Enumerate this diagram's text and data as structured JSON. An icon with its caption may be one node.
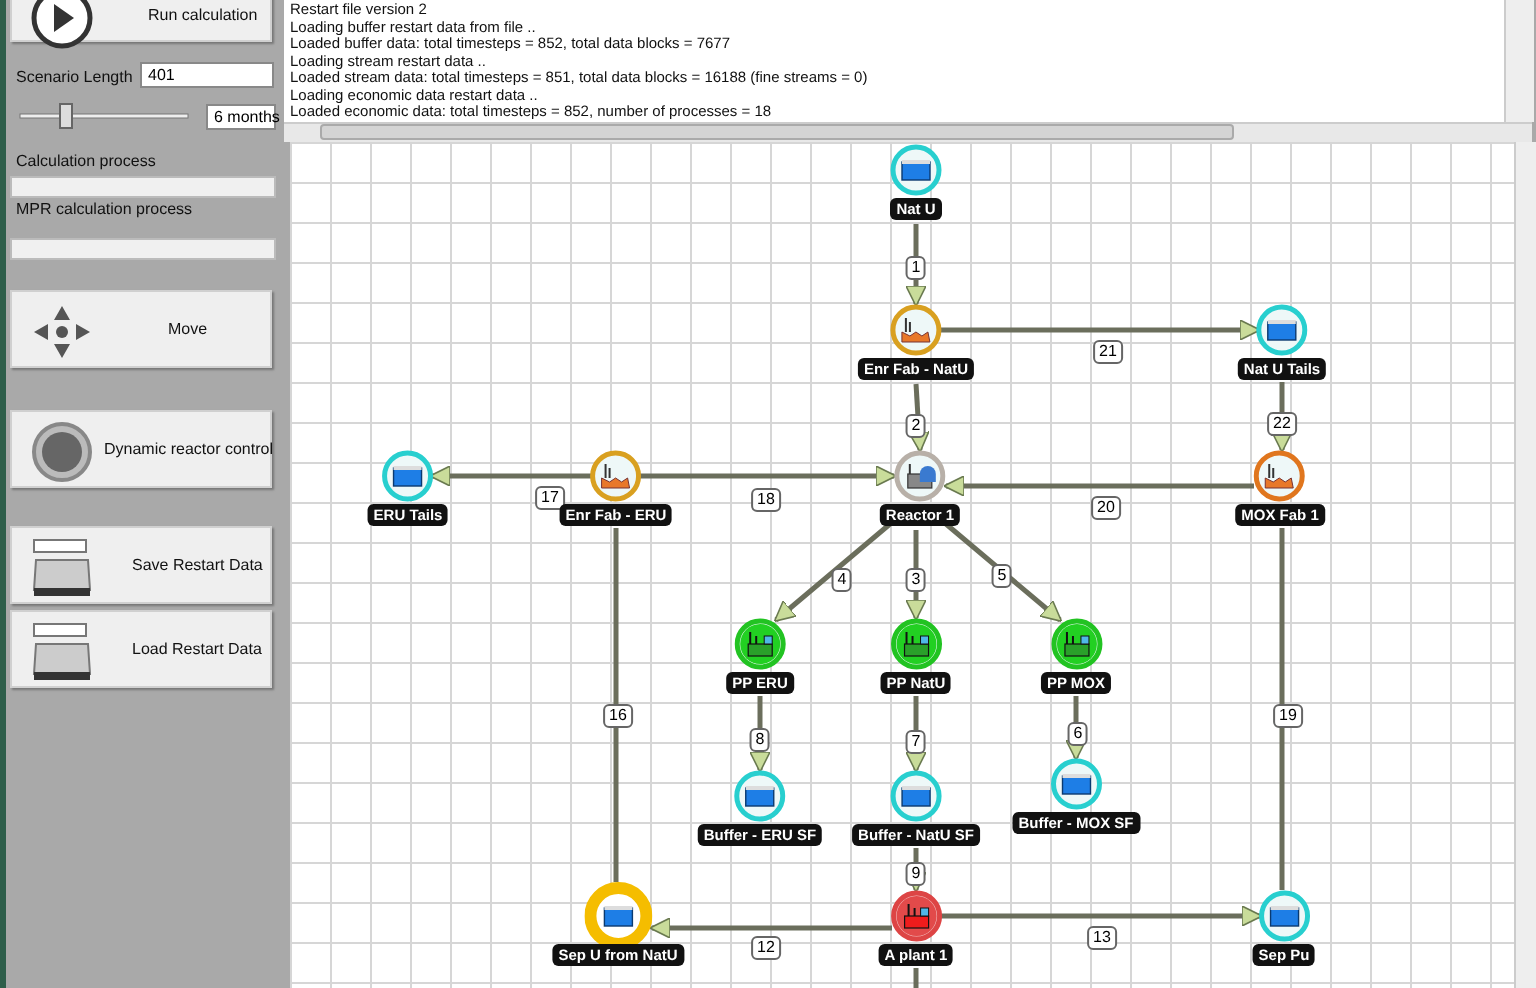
{
  "diagram": {
    "nodes": [
      {
        "text": [
          "Nat U"
        ]
      },
      {
        "text": [
          "Enr Fab - NatU"
        ]
      },
      {
        "text": [
          "Nat U Tails"
        ]
      },
      {
        "text": [
          "ERU Tails"
        ]
      },
      {
        "text": [
          "Enr Fab - ERU"
        ]
      },
      {
        "text": [
          "Reactor 1"
        ]
      },
      {
        "text": [
          "MOX Fab 1"
        ]
      },
      {
        "text": [
          "PP ERU"
        ]
      },
      {
        "text": [
          "PP NatU"
        ]
      },
      {
        "text": [
          "PP MOX"
        ]
      },
      {
        "text": [
          "Buffer - ERU SF"
        ]
      },
      {
        "text": [
          "Buffer - NatU SF"
        ]
      },
      {
        "text": [
          "Buffer - MOX SF"
        ]
      },
      {
        "text": [
          "Sep U from NatU"
        ]
      },
      {
        "text": [
          "A plant 1"
        ]
      },
      {
        "text": [
          "Sep Pu"
        ]
      }
    ],
    "edges": [
      {
        "from": 0,
        "to": 1,
        "arrow": "to",
        "label": "1"
      },
      {
        "from": 1,
        "to": 5,
        "arrow": "to",
        "label": "2"
      },
      {
        "from": 5,
        "to": 8,
        "arrow": "to",
        "label": "3"
      },
      {
        "from": 5,
        "to": 7,
        "arrow": "to",
        "label": "4"
      },
      {
        "from": 5,
        "to": 9,
        "arrow": "to",
        "label": "5"
      },
      {
        "from": 9,
        "to": 12,
        "arrow": "to",
        "label": "6"
      },
      {
        "from": 8,
        "to": 11,
        "arrow": "to",
        "label": "7"
      },
      {
        "from": 7,
        "to": 10,
        "arrow": "to",
        "label": "8"
      },
      {
        "from": 11,
        "to": 14,
        "arrow": "to",
        "label": "9"
      },
      {
        "from": 14,
        "to": 13,
        "arrow": "to",
        "label": "12"
      },
      {
        "from": 14,
        "to": 15,
        "arrow": "to",
        "label": "13"
      },
      {
        "from": 13,
        "to": 4,
        "arrow": "none",
        "label": "16"
      },
      {
        "from": 4,
        "to": 3,
        "arrow": "to",
        "label": "17"
      },
      {
        "from": 4,
        "to": 5,
        "arrow": "to",
        "label": "18"
      },
      {
        "from": 15,
        "to": 6,
        "arrow": "none",
        "label": "19"
      },
      {
        "from": 6,
        "to": 5,
        "arrow": "to",
        "label": "20"
      },
      {
        "from": 1,
        "to": 2,
        "arrow": "to",
        "label": "21"
      },
      {
        "from": 2,
        "to": 6,
        "arrow": "to",
        "label": "22"
      },
      {
        "from": 14,
        "to": null,
        "arrow": "none"
      }
    ],
    "labels": [
      "Run calculation",
      "Restart file version 2",
      "Loading buffer restart data from file ..",
      "Loaded buffer data: total timesteps = 852, total data blocks = 7677",
      "Loading stream restart data ..",
      "Loaded stream data: total timesteps = 851, total data blocks = 16188 (fine streams = 0)",
      "Loading economic data restart data ..",
      "Loaded economic data: total timesteps = 852, number of processes = 18",
      "Scenario Length",
      "401",
      "6 months",
      "Calculation process",
      "MPR calculation process",
      "Move",
      "Dynamic reactor control",
      "Save Restart Data",
      "Load Restart Data"
    ]
  }
}
